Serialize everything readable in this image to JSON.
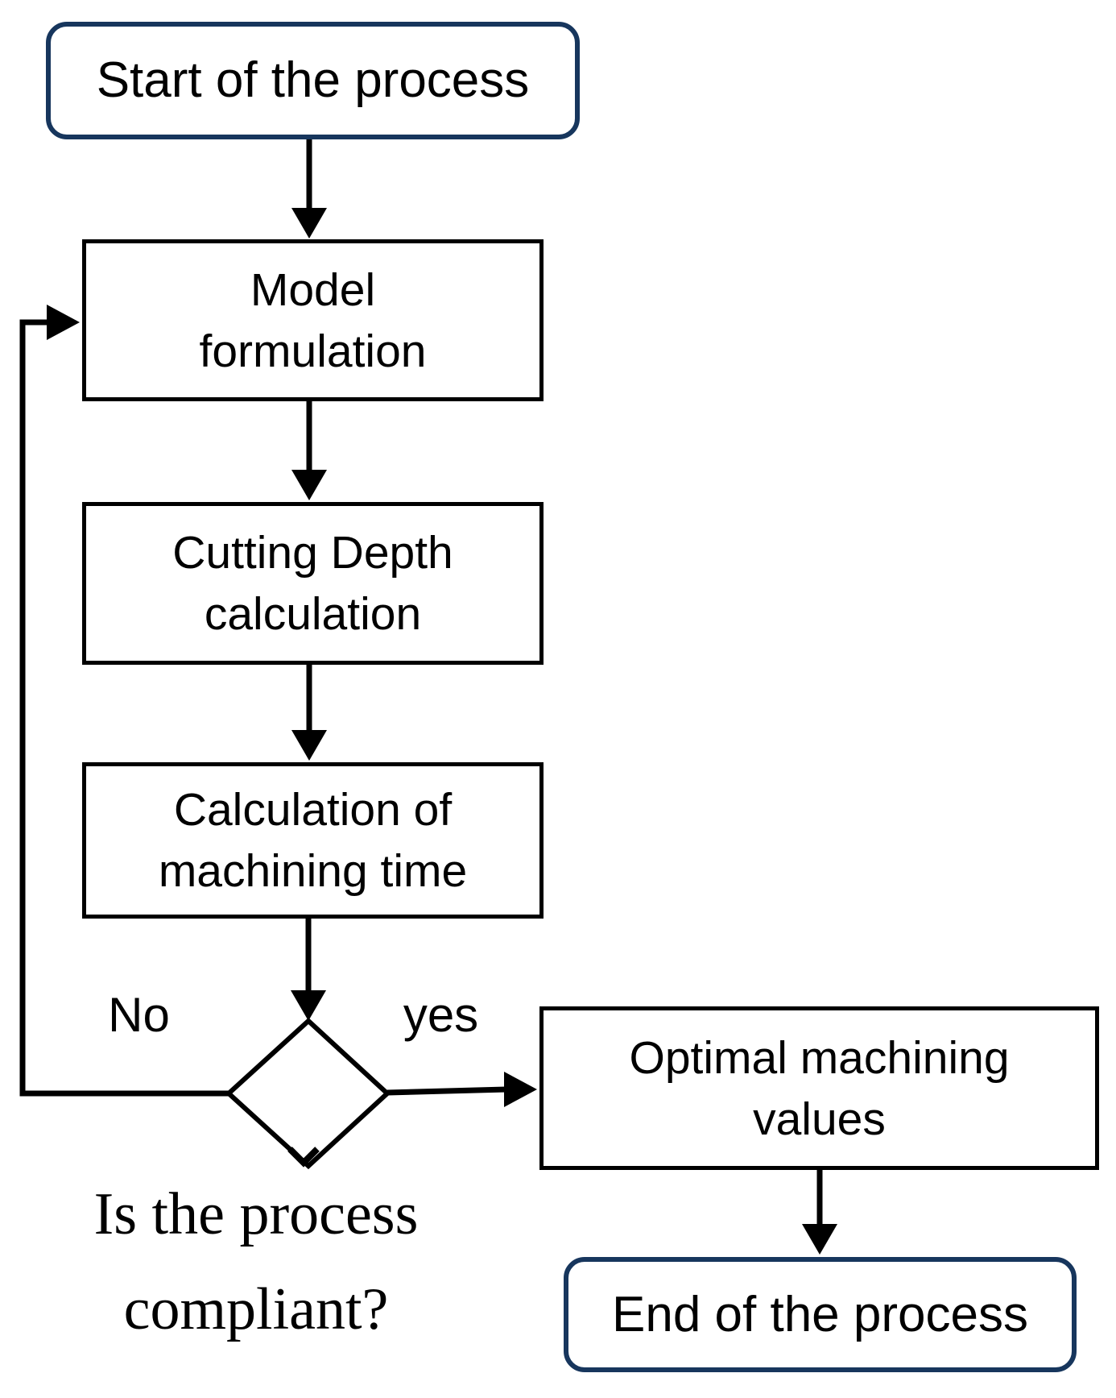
{
  "flowchart": {
    "nodes": {
      "start": {
        "label": "Start of the process",
        "shape": "rounded-terminator"
      },
      "model": {
        "lines": [
          "Model",
          "formulation"
        ],
        "shape": "rectangle"
      },
      "cutting": {
        "lines": [
          "Cutting Depth",
          "calculation"
        ],
        "shape": "rectangle"
      },
      "machining": {
        "lines": [
          "Calculation of",
          "machining time"
        ],
        "shape": "rectangle"
      },
      "decision": {
        "lines": [
          "Is the process",
          "compliant?"
        ],
        "shape": "diamond"
      },
      "optimal": {
        "lines": [
          "Optimal machining",
          "values"
        ],
        "shape": "rectangle"
      },
      "end": {
        "label": "End of the process",
        "shape": "rounded-terminator"
      }
    },
    "edge_labels": {
      "no": "No",
      "yes": "yes"
    },
    "colors": {
      "terminator_border": "#17365d",
      "process_border": "#000000",
      "connector": "#000000",
      "text": "#000000",
      "background": "#ffffff"
    }
  }
}
